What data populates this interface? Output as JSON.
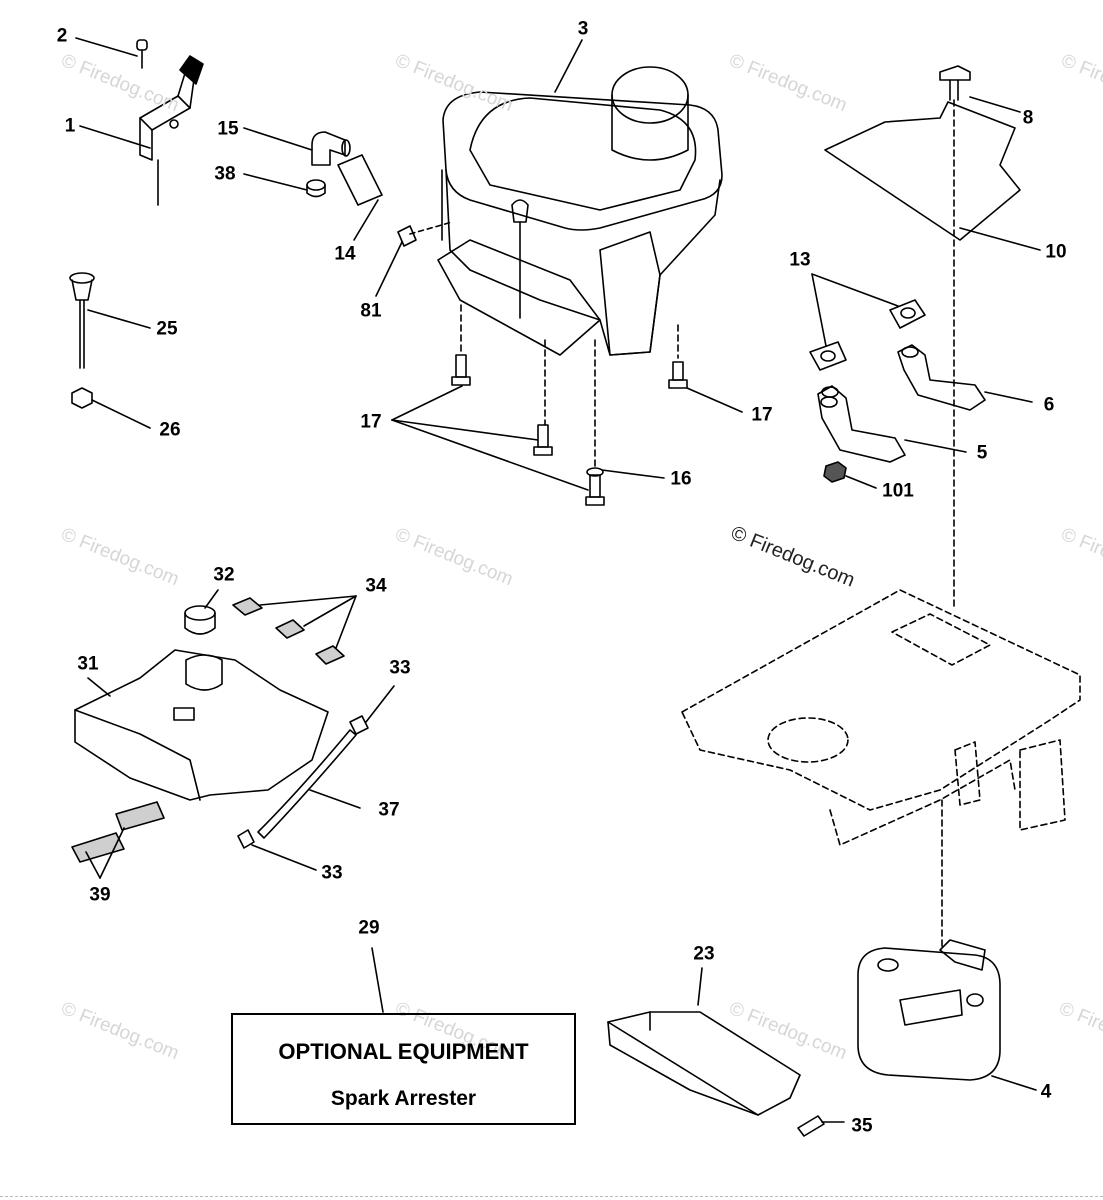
{
  "callouts": [
    {
      "id": "c2",
      "text": "2"
    },
    {
      "id": "c3",
      "text": "3"
    },
    {
      "id": "c8",
      "text": "8"
    },
    {
      "id": "c1",
      "text": "1"
    },
    {
      "id": "c15",
      "text": "15"
    },
    {
      "id": "c38",
      "text": "38"
    },
    {
      "id": "c14",
      "text": "14"
    },
    {
      "id": "c81",
      "text": "81"
    },
    {
      "id": "c10",
      "text": "10"
    },
    {
      "id": "c13",
      "text": "13"
    },
    {
      "id": "c25",
      "text": "25"
    },
    {
      "id": "c26",
      "text": "26"
    },
    {
      "id": "c17a",
      "text": "17"
    },
    {
      "id": "c17b",
      "text": "17"
    },
    {
      "id": "c16",
      "text": "16"
    },
    {
      "id": "c6",
      "text": "6"
    },
    {
      "id": "c5",
      "text": "5"
    },
    {
      "id": "c101",
      "text": "101"
    },
    {
      "id": "c32",
      "text": "32"
    },
    {
      "id": "c34",
      "text": "34"
    },
    {
      "id": "c31",
      "text": "31"
    },
    {
      "id": "c33a",
      "text": "33"
    },
    {
      "id": "c37",
      "text": "37"
    },
    {
      "id": "c33b",
      "text": "33"
    },
    {
      "id": "c39",
      "text": "39"
    },
    {
      "id": "c29",
      "text": "29"
    },
    {
      "id": "c23",
      "text": "23"
    },
    {
      "id": "c4",
      "text": "4"
    },
    {
      "id": "c35",
      "text": "35"
    }
  ],
  "optional_box": {
    "title": "OPTIONAL EQUIPMENT",
    "subtitle": "Spark Arrester"
  },
  "watermark": {
    "main": "© Firedog.com",
    "faint": "© Firedog.com"
  }
}
